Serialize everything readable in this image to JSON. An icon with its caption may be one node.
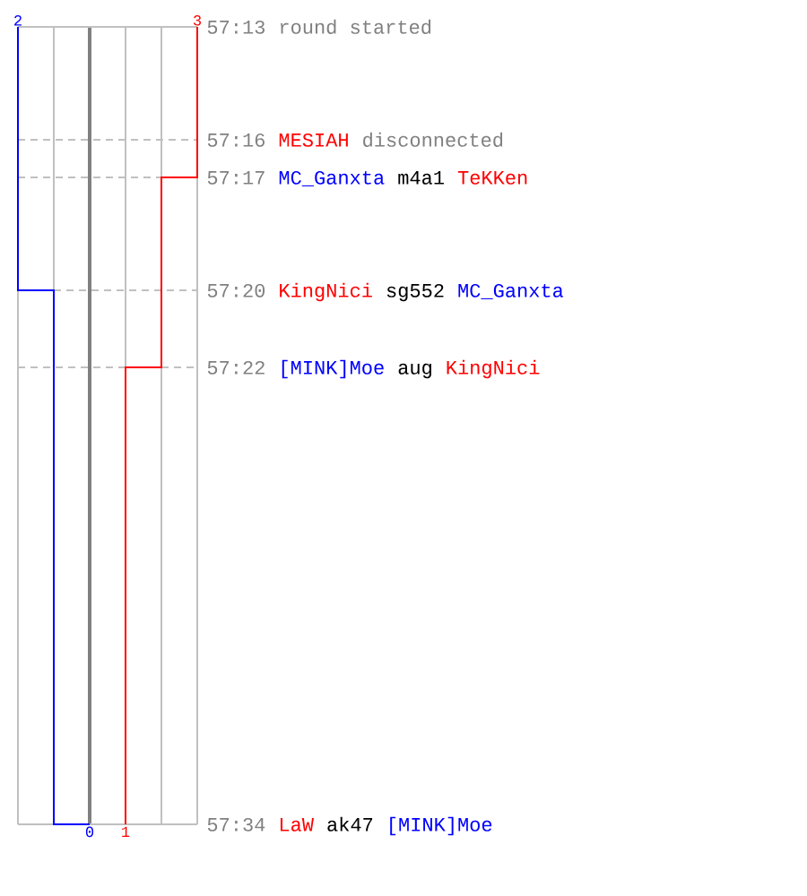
{
  "diagram": {
    "labels": [
      "2",
      "3",
      "57:13",
      "round started",
      "57:16",
      "MESIAH",
      "disconnected",
      "57:17",
      "MC_Ganxta",
      "m4a1",
      "TeKKen",
      "57:20",
      "KingNici",
      "sg552",
      "MC_Ganxta",
      "57:22",
      "[MINK]Moe",
      "aug",
      "KingNici",
      "57:34",
      "LaW",
      "ak47",
      "[MINK]Moe",
      "0",
      "1"
    ]
  }
}
